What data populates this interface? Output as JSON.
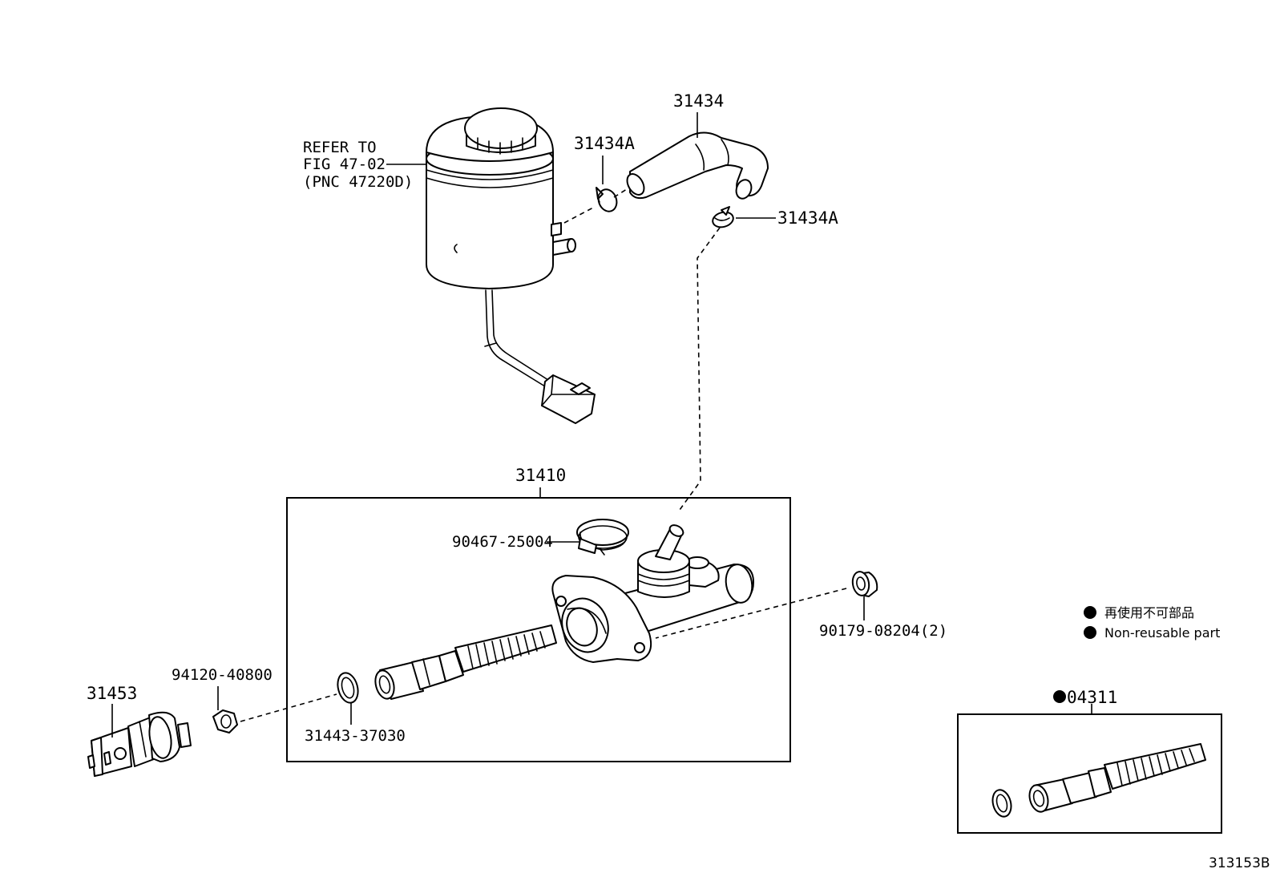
{
  "labels": {
    "refer_line1": "REFER TO",
    "refer_line2": "FIG 47-02",
    "refer_line3": "(PNC 47220D)",
    "p31434": "31434",
    "p31434A_top": "31434A",
    "p31434A_right": "31434A",
    "p31410": "31410",
    "p90467": "90467-25004",
    "p90179": "90179-08204(2)",
    "p94120": "94120-40800",
    "p31453": "31453",
    "p31443": "31443-37030",
    "p04311": "04311",
    "figure_code": "313153B"
  },
  "legend": {
    "line_jp": "再使用不可部品",
    "line_en": "Non-reusable part",
    "marker": "filled-circle"
  },
  "colors": {
    "ink": "#000000",
    "paper": "#ffffff"
  }
}
